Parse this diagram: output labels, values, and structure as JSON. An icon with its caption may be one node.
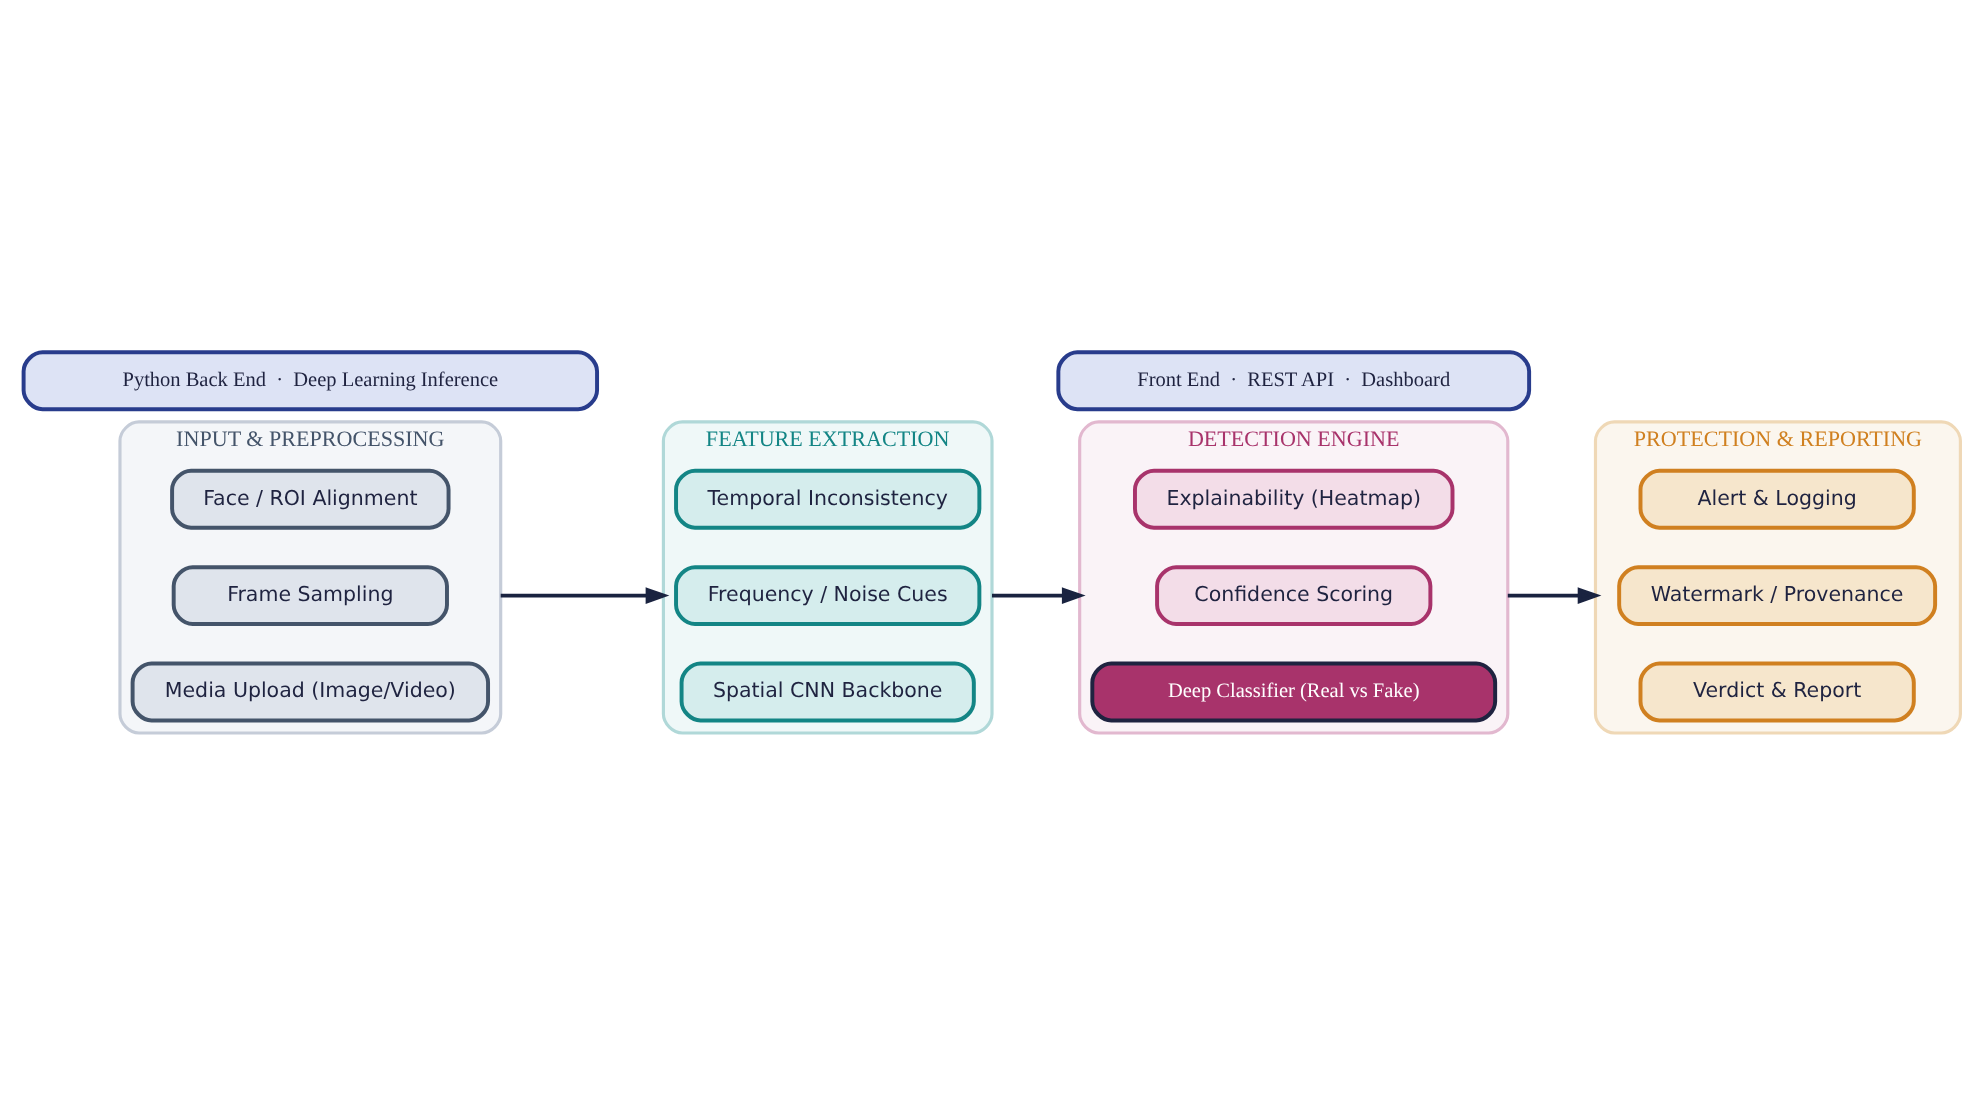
{
  "diagram": {
    "nodes": [
      {
        "text": [
          "INPUT & PREPROCESSING"
        ]
      },
      {
        "text": [
          "Media Upload (Image/Video)"
        ],
        "in": 0
      },
      {
        "text": [
          "Frame Sampling"
        ],
        "in": 0
      },
      {
        "text": [
          "Face / ROI Alignment"
        ],
        "in": 0
      },
      {
        "text": [
          "FEATURE EXTRACTION"
        ]
      },
      {
        "text": [
          "Spatial CNN Backbone"
        ],
        "in": 4
      },
      {
        "text": [
          "Frequency / Noise Cues"
        ],
        "in": 4
      },
      {
        "text": [
          "Temporal Inconsistency"
        ],
        "in": 4
      },
      {
        "text": [
          "DETECTION ENGINE"
        ]
      },
      {
        "text": [
          "Deep Classifier (Real vs Fake)"
        ],
        "in": 8
      },
      {
        "text": [
          "Confidence Scoring"
        ],
        "in": 8
      },
      {
        "text": [
          "Explainability (Heatmap)"
        ],
        "in": 8
      },
      {
        "text": [
          "PROTECTION & REPORTING"
        ]
      },
      {
        "text": [
          "Verdict & Report"
        ],
        "in": 12
      },
      {
        "text": [
          "Watermark / Provenance"
        ],
        "in": 12
      },
      {
        "text": [
          "Alert & Logging"
        ],
        "in": 12
      },
      {
        "text": [
          "Python Back End  ·  Deep Learning Inference"
        ]
      },
      {
        "text": [
          "Front End  ·  REST API  ·  Dashboard"
        ]
      }
    ],
    "edges": [
      {
        "from": 0,
        "to": 4,
        "arrow": "to"
      },
      {
        "from": 4,
        "to": 8,
        "arrow": "to"
      },
      {
        "from": 8,
        "to": 12,
        "arrow": "to"
      }
    ]
  }
}
